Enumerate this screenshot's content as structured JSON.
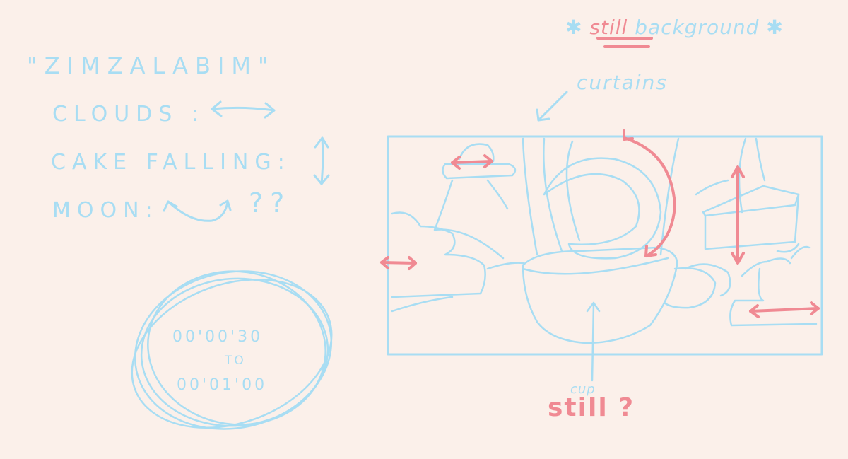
{
  "notes": {
    "title": "\"ZIMZALABIM\"",
    "clouds": "CLOUDS :",
    "cake": "CAKE FALLING:",
    "moon": "MOON:",
    "moon_question": "??",
    "time_start": "00'00'30",
    "time_to": "TO",
    "time_end": "00'01'00"
  },
  "sketch": {
    "background_note_prefix": "✱",
    "background_note_still": "still",
    "background_note_rest": "background",
    "background_note_suffix": "✱",
    "curtains": "curtains",
    "cup": "cup",
    "still_question": "still ?"
  },
  "colors": {
    "background": "#fbf0ea",
    "sketch_blue": "#a8ddf3",
    "motion_pink": "#f08a93"
  }
}
